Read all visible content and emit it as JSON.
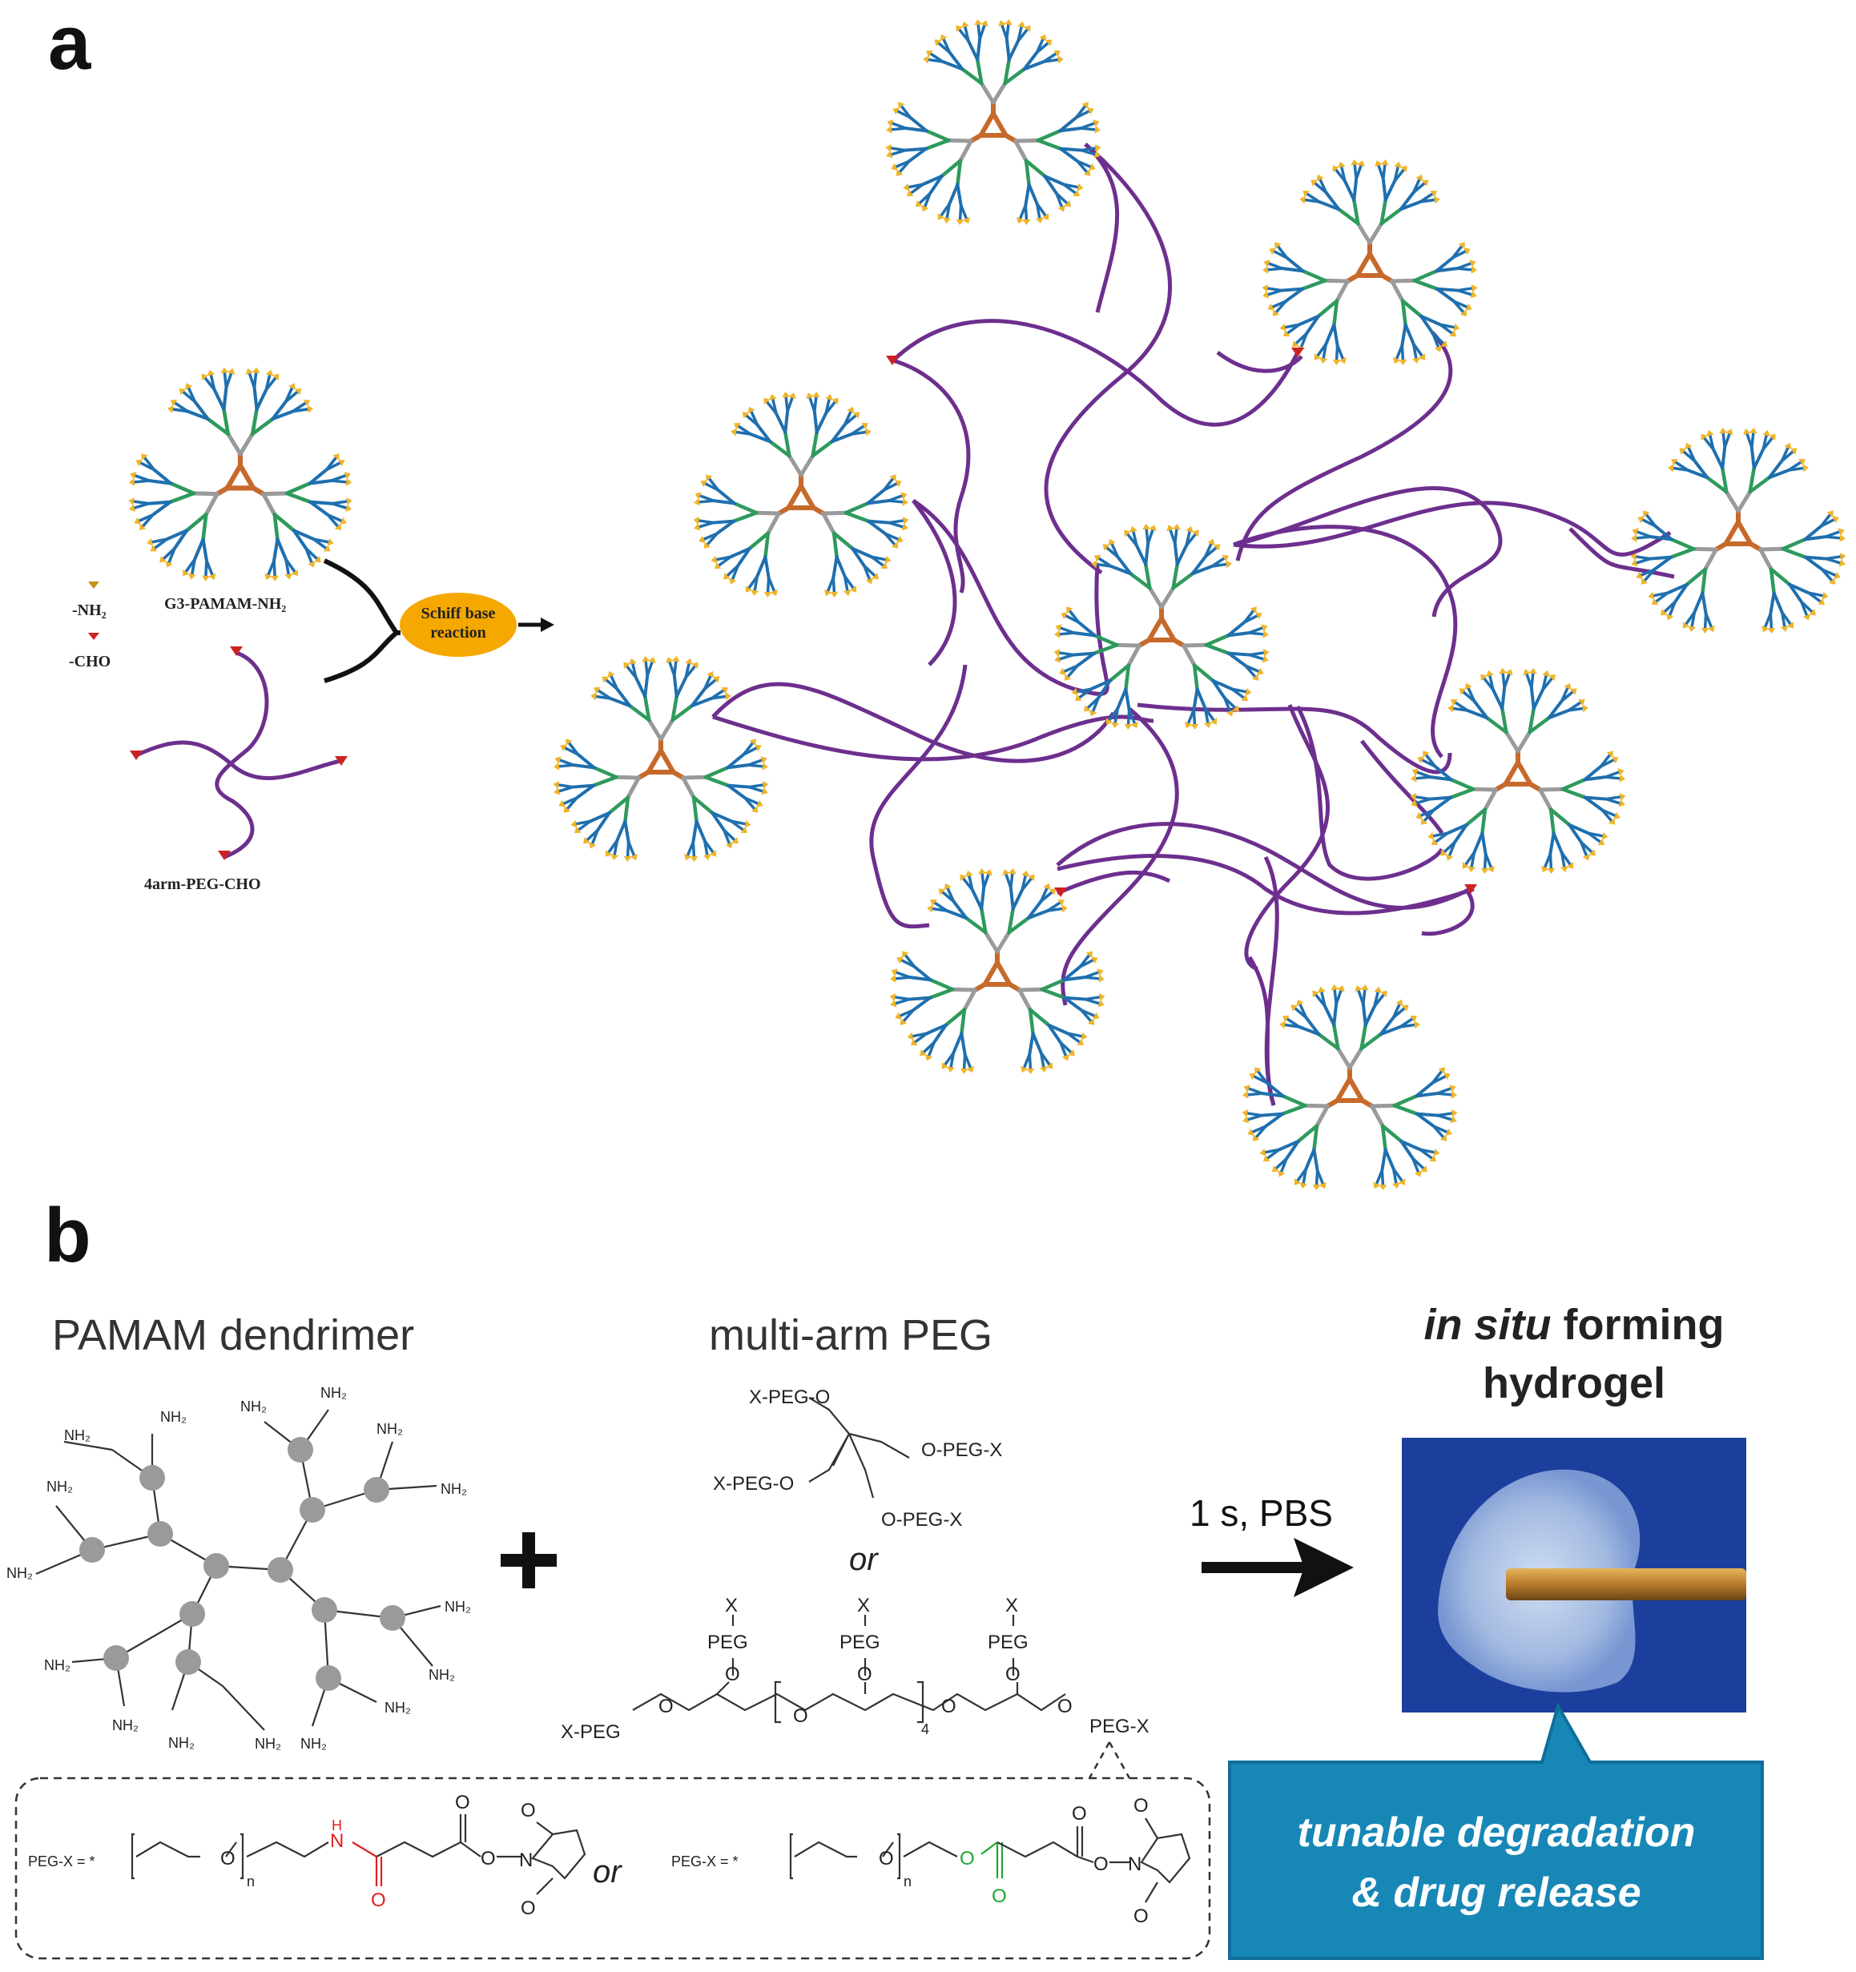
{
  "panel_a": {
    "letter": "a",
    "legend_nh2": "-NH₂",
    "legend_cho": "-CHO",
    "dendrimer_label": "G3-PAMAM-NH₂",
    "peg_label": "4arm-PEG-CHO",
    "reaction_line1": "Schiff base",
    "reaction_line2": "reaction"
  },
  "panel_b": {
    "letter": "b",
    "pamam_title": "PAMAM dendrimer",
    "peg_title": "multi-arm PEG",
    "nh2": "NH₂",
    "x_peg_o": "X-PEG-O",
    "o_peg_x": "O-PEG-X",
    "or": "or",
    "x": "X",
    "peg": "PEG",
    "o": "O",
    "x_peg": "X-PEG",
    "peg_x": "PEG-X",
    "sub4": "4",
    "subn": "n",
    "n_atom": "N",
    "h_atom": "H",
    "pegx_def": "PEG-X = *",
    "condition": "1 s, PBS",
    "hydrogel_title_italic": "in situ",
    "hydrogel_title_rest": " forming",
    "hydrogel_title_line2": "hydrogel",
    "callout_line1": "tunable degradation",
    "callout_line2": "& drug release"
  },
  "colors": {
    "dendrimer_core": "#c7692a",
    "dendrimer_gray": "#9a9a9a",
    "dendrimer_green": "#2e9a5c",
    "dendrimer_blue": "#1f6fae",
    "dendrimer_tip": "#f0b429",
    "peg_chain": "#6d2f8e",
    "cho_end": "#cc2222",
    "reaction_fill": "#f5a800",
    "callout_fill": "#1787b6",
    "amide_red": "#e02020",
    "ester_green": "#1ea830",
    "photo_bg": "#1c3f9e"
  }
}
